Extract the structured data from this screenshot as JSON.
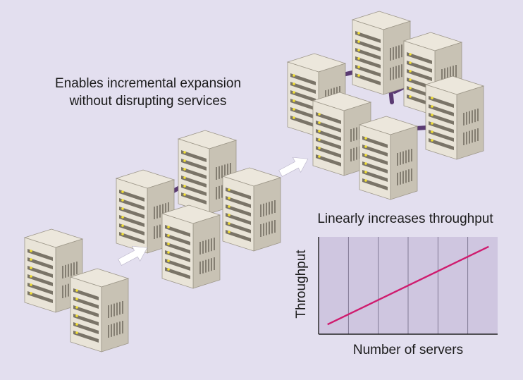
{
  "headline": {
    "line1": "Enables incremental expansion",
    "line2": "without disrupting services"
  },
  "chart": {
    "title": "Linearly increases throughput",
    "xlabel": "Number of servers",
    "ylabel": "Throughput"
  },
  "colors": {
    "background": "#e3dfef",
    "server_body": "#c8c2b4",
    "server_front": "#e9e4d8",
    "link": "#5a3a72",
    "trend_line": "#cf1b6e",
    "plot_area": "#cfc6e0",
    "arrow": "#ffffff",
    "led": "#f2df33"
  },
  "chart_data": {
    "type": "line",
    "title": "Linearly increases throughput",
    "xlabel": "Number of servers",
    "ylabel": "Throughput",
    "series": [
      {
        "x": [
          0.05,
          0.95
        ],
        "y": [
          0.1,
          0.9
        ]
      }
    ],
    "xlim": [
      0,
      1
    ],
    "ylim": [
      0,
      1
    ],
    "xticks_shown": false,
    "yticks_shown": false,
    "grid": "vertical"
  }
}
